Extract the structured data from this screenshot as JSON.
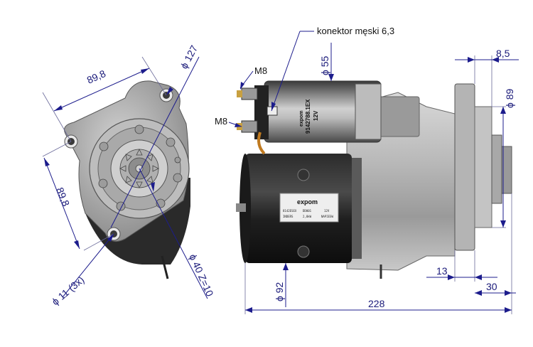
{
  "dimensions": {
    "front_width": "89,8",
    "front_height": "89,8",
    "flange_diameter": "ϕ 127",
    "hole_diameter": "ϕ 11 (3x)",
    "gear": "ϕ 40 Z=10",
    "solenoid_diameter": "ϕ 55",
    "motor_diameter": "ϕ 92",
    "pilot_diameter": "ϕ 89",
    "flange_thickness": "8,5",
    "offset_13": "13",
    "offset_30": "30",
    "total_length": "228"
  },
  "labels": {
    "terminal_top": "M8",
    "terminal_bottom": "M8",
    "connector": "konektor męski 6,3"
  },
  "markings": {
    "solenoid_part": "9142788.1EX",
    "solenoid_voltage": "12V",
    "brand": "expom",
    "plate_row1": [
      "8142ESEX",
      "DD001",
      "12V"
    ],
    "plate_row2": [
      "INDERS",
      "2,0kW",
      "NAPIESW"
    ]
  }
}
